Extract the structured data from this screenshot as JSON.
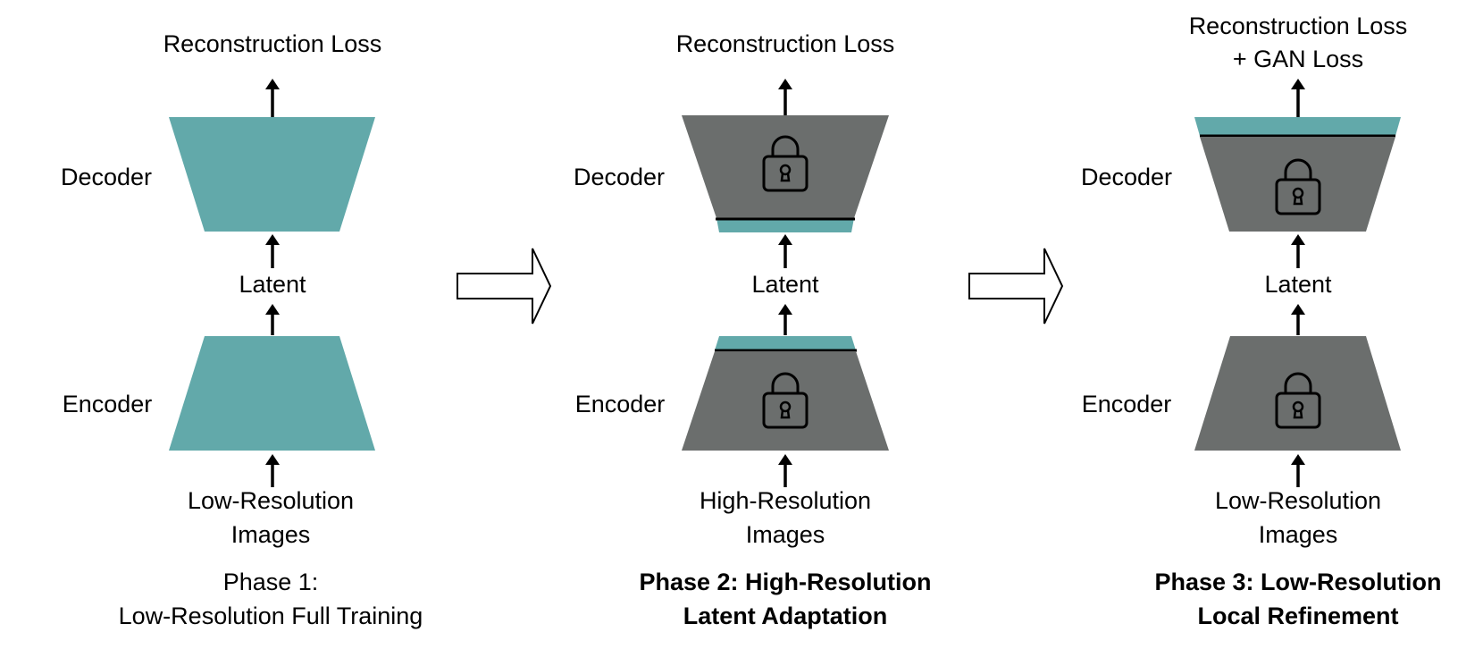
{
  "colors": {
    "trainable": "#62a9aa",
    "frozen": "#6b6e6d",
    "line": "#000000"
  },
  "phases": [
    {
      "top_label": [
        "Reconstruction Loss"
      ],
      "decoder_label": "Decoder",
      "latent_label": "Latent",
      "encoder_label": "Encoder",
      "input_label": [
        "Low-Resolution",
        "Images"
      ],
      "caption": [
        "Phase 1:",
        "Low-Resolution Full Training"
      ],
      "caption_bold": false,
      "decoder_frozen": false,
      "encoder_frozen": false
    },
    {
      "top_label": [
        "Reconstruction Loss"
      ],
      "decoder_label": "Decoder",
      "latent_label": "Latent",
      "encoder_label": "Encoder",
      "input_label": [
        "High-Resolution",
        "Images"
      ],
      "caption": [
        "Phase 2: High-Resolution",
        "Latent Adaptation"
      ],
      "caption_bold": true,
      "decoder_frozen": true,
      "encoder_frozen": true
    },
    {
      "top_label": [
        "Reconstruction Loss",
        "+ GAN Loss"
      ],
      "decoder_label": "Decoder",
      "latent_label": "Latent",
      "encoder_label": "Encoder",
      "input_label": [
        "Low-Resolution",
        "Images"
      ],
      "caption": [
        "Phase 3: Low-Resolution",
        "Local Refinement"
      ],
      "caption_bold": true,
      "decoder_frozen": true,
      "encoder_frozen": true
    }
  ],
  "icons": {
    "lock": "lock-icon",
    "transition_arrow": "hollow-right-arrow-icon",
    "flow_arrow": "up-arrow-icon"
  }
}
